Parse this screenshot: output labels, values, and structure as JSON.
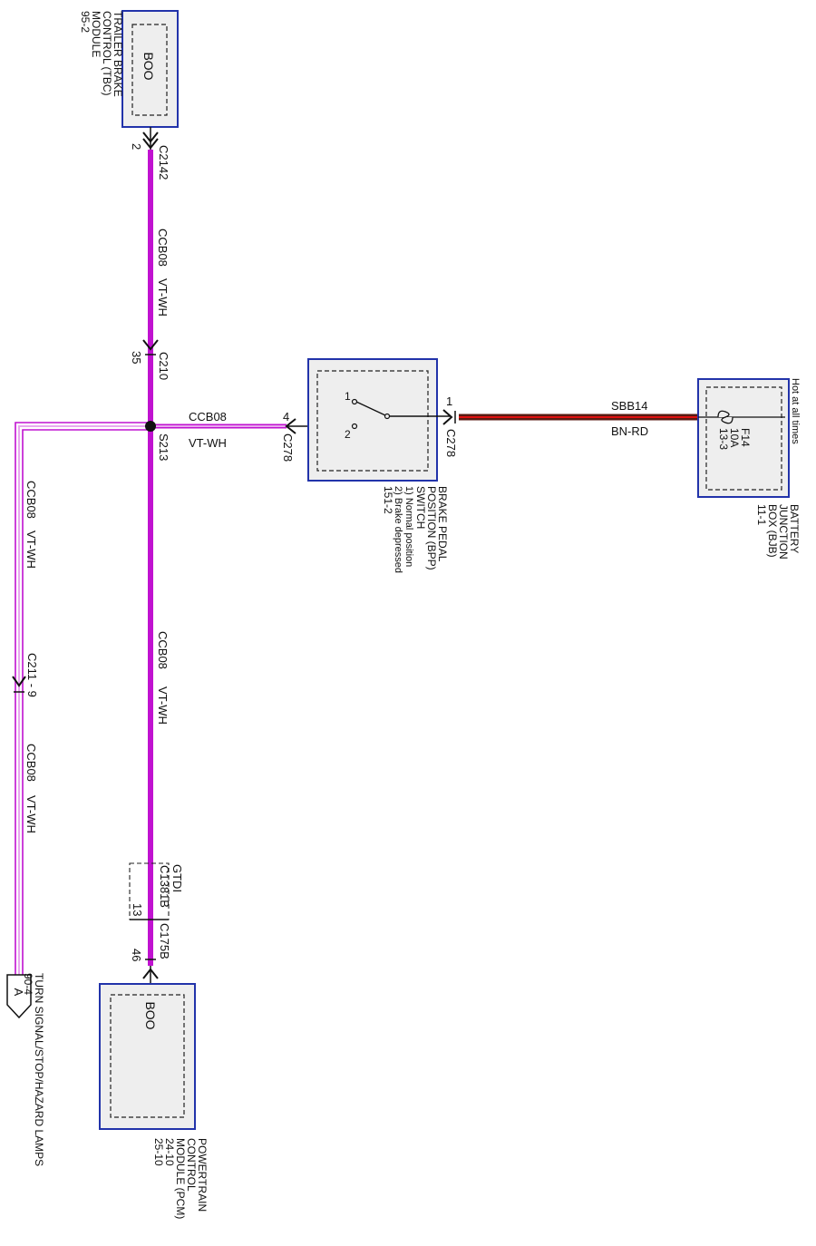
{
  "colors": {
    "wire_violet": "#c012d0",
    "wire_white_edge": "#ffffff",
    "wire_brown": "#5a1a12",
    "wire_red": "#e01010",
    "component_border": "#2233aa",
    "component_fill": "#eeeeee",
    "dashed": "#222222",
    "text": "#111111"
  },
  "components": {
    "tbc": {
      "lines": [
        "TRAILER BRAKE",
        "CONTROL (TBC)",
        "MODULE",
        "95-2"
      ],
      "inner": "BOO"
    },
    "pcm": {
      "lines": [
        "POWERTRAIN",
        "CONTROL",
        "MODULE (PCM)",
        "24-10",
        "25-10"
      ],
      "inner": "BOO"
    },
    "bpp": {
      "lines": [
        "BRAKE PEDAL",
        "POSITION (BPP)",
        "SWITCH",
        "1) Normal position",
        "2) Brake depressed",
        "151-2"
      ],
      "pos1": "1",
      "pos2": "2"
    },
    "bjb": {
      "lines": [
        "BATTERY",
        "JUNCTION",
        "BOX (BJB)",
        "11-1"
      ],
      "fuse_lines": [
        "F14",
        "10A",
        "13-3"
      ],
      "hot_label": "Hot at all times"
    },
    "turn_signal": {
      "connector_letter": "A",
      "lines": [
        "TURN SIGNAL/STOP/HAZARD LAMPS",
        "90-4"
      ]
    }
  },
  "connectors": {
    "c2142": {
      "name": "C2142",
      "pin": "2"
    },
    "c210": {
      "name": "C210",
      "pin": "35"
    },
    "c211": {
      "name": "C211 - 9"
    },
    "c1381b": {
      "name": "C1381B",
      "pin": "13"
    },
    "c175b": {
      "name": "C175B",
      "pin": "46"
    },
    "c278_switch": {
      "name": "C278",
      "pin": "4"
    },
    "c278_bjb": {
      "name": "C278",
      "pin": "1"
    },
    "gtdi": "GTDI",
    "splice": "S213"
  },
  "wires": {
    "main_upper": {
      "circuit": "CCB08",
      "color": "VT-WH"
    },
    "main_lower": {
      "circuit": "CCB08",
      "color": "VT-WH"
    },
    "horizontal": {
      "circuit": "CCB08",
      "color": "VT-WH"
    },
    "left_upper": {
      "circuit": "CCB08",
      "color": "VT-WH"
    },
    "left_lower": {
      "circuit": "CCB08",
      "color": "VT-WH"
    },
    "battery": {
      "circuit": "SBB14",
      "color": "BN-RD"
    }
  }
}
